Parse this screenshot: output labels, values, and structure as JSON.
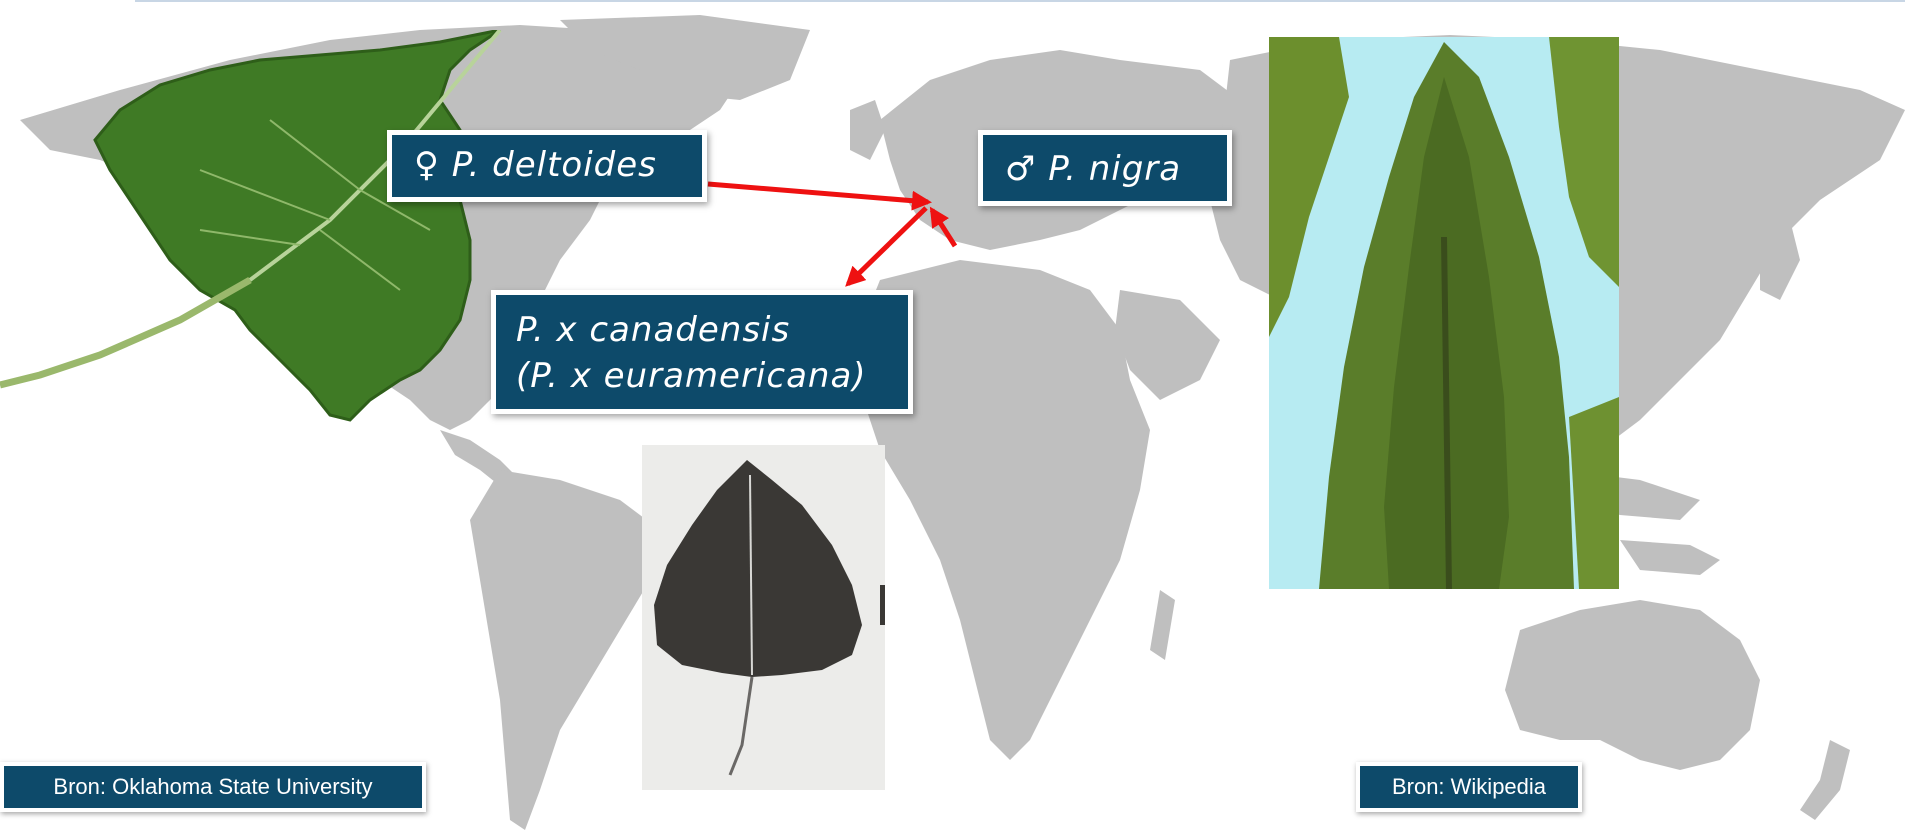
{
  "labels": {
    "deltoides": "♀ P. deltoides",
    "nigra": "♂ P. nigra",
    "canadensis_line1": "P. x canadensis",
    "canadensis_line2": "(P. x euramericana)"
  },
  "sources": {
    "left": "Bron: Oklahoma State University",
    "right": "Bron: Wikipedia"
  },
  "colors": {
    "label_bg": "#0d4a6a",
    "arrow": "#ee1111",
    "map": "#bfbfbf",
    "leaf_green": "#3f7a25",
    "tree_green": "#5a7d2a",
    "sky": "#b7ebf2"
  },
  "images": {
    "green_leaf": "poplar-leaf-icon",
    "tree_photo": "lombardy-poplar-icon",
    "leaf_scan": "dark-leaf-silhouette-icon",
    "background": "world-map-icon"
  }
}
